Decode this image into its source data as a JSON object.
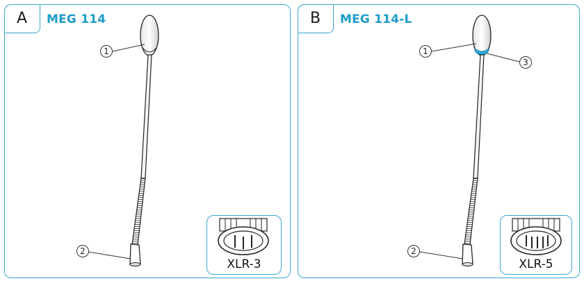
{
  "panels": [
    {
      "letter": "A",
      "model": "MEG 114",
      "callouts": [
        "1",
        "2"
      ],
      "connector": "XLR-3"
    },
    {
      "letter": "B",
      "model": "MEG 114-L",
      "callouts": [
        "1",
        "2",
        "3"
      ],
      "connector": "XLR-5"
    }
  ],
  "colors": {
    "accent": "#3aa6cc",
    "model_text": "#1f9ccb",
    "led_ring": "#2aa7d8"
  },
  "icons": [
    "gooseneck-microphone-icon",
    "xlr-connector-icon"
  ]
}
